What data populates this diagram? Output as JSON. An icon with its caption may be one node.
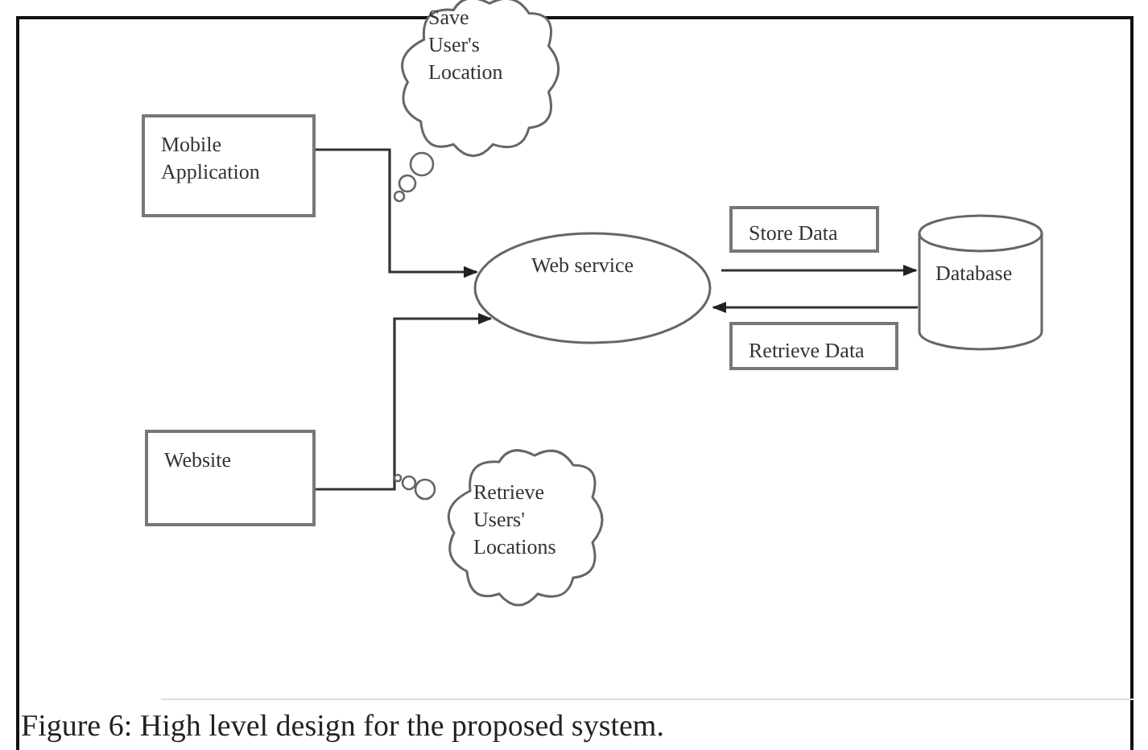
{
  "diagram": {
    "caption": "Figure 6: High level design for the proposed system.",
    "nodes": [
      {
        "text": [
          "Save User's Location"
        ]
      },
      {
        "text": [
          "Mobile Application"
        ]
      },
      {
        "text": [
          "Web service"
        ]
      },
      {
        "text": [
          "Store Data"
        ]
      },
      {
        "text": [
          "Database"
        ]
      },
      {
        "text": [
          "Retrieve Data"
        ]
      },
      {
        "text": [
          "Website"
        ]
      },
      {
        "text": [
          "Retrieve Users' Locations"
        ]
      }
    ],
    "edges": [
      {
        "from": 1,
        "to": 2,
        "arrow": "to"
      },
      {
        "from": 6,
        "to": 2,
        "arrow": "to"
      },
      {
        "from": 2,
        "to": 4,
        "arrow": "to"
      },
      {
        "from": 4,
        "to": 2,
        "arrow": "to"
      }
    ]
  }
}
